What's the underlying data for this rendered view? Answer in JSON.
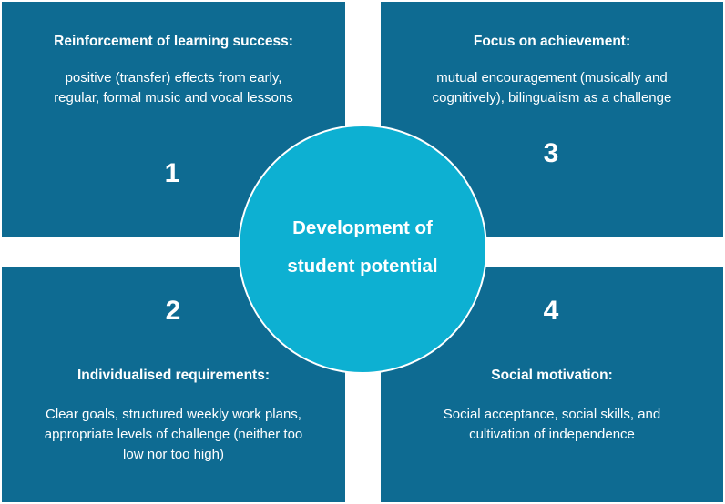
{
  "colors": {
    "quadrant_fill": "#0e6b92",
    "circle_fill": "#0db0d2",
    "text": "#ffffff",
    "background": "#ffffff"
  },
  "center": {
    "line1": "Development of",
    "line2": "student potential"
  },
  "quadrants": {
    "q1": {
      "number": "1",
      "title": "Reinforcement of learning success:",
      "lines": [
        "positive (transfer) effects from early,",
        "regular, formal music and vocal lessons"
      ]
    },
    "q2": {
      "number": "2",
      "title": "Individualised requirements:",
      "lines": [
        "Clear goals, structured weekly work plans,",
        "appropriate levels of challenge (neither too",
        "low nor too high)"
      ]
    },
    "q3": {
      "number": "3",
      "title": "Focus on achievement:",
      "lines": [
        "mutual encouragement (musically and",
        "cognitively), bilingualism as a challenge"
      ]
    },
    "q4": {
      "number": "4",
      "title": "Social motivation:",
      "lines": [
        "Social acceptance, social skills, and",
        "cultivation of independence"
      ]
    }
  }
}
